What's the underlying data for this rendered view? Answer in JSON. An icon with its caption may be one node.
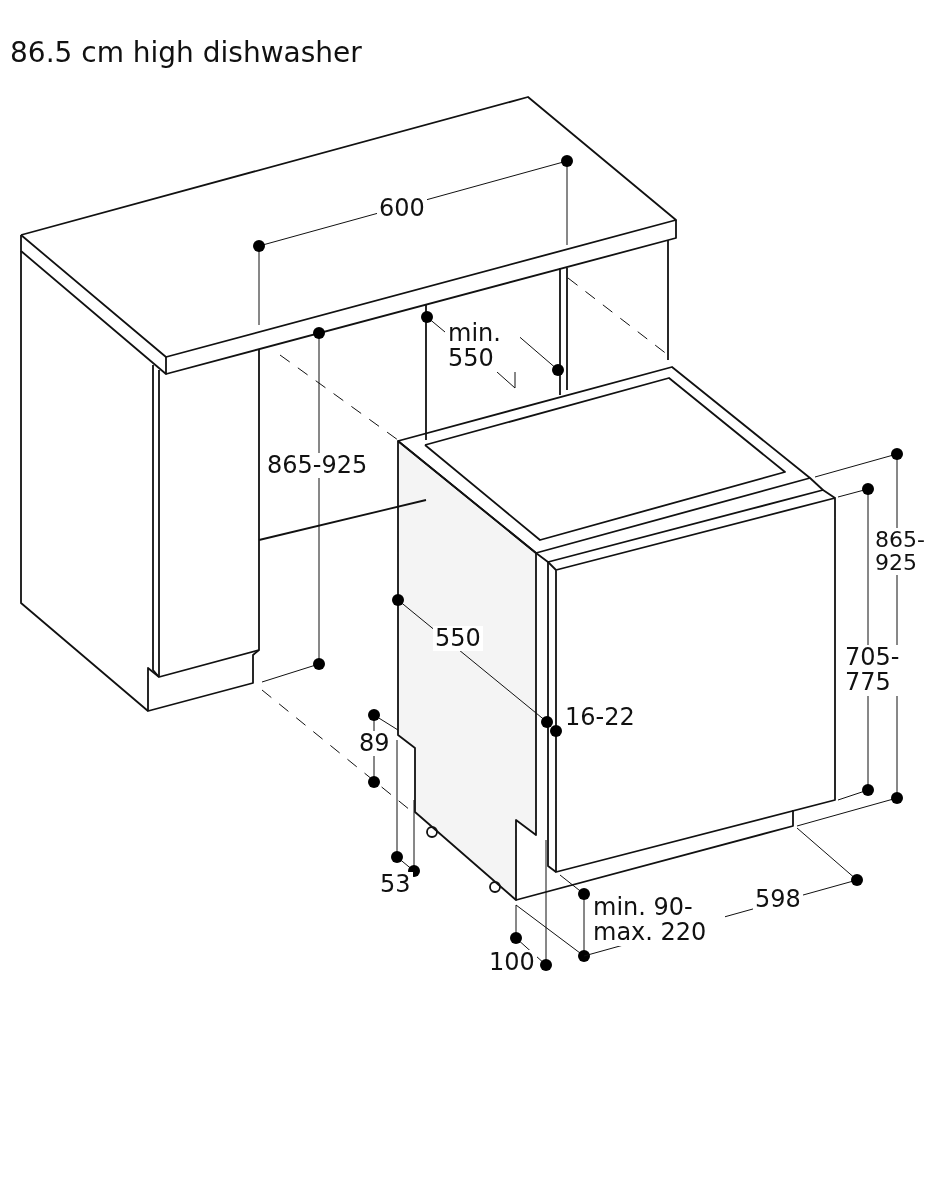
{
  "diagram": {
    "title": "86.5 cm high dishwasher",
    "labels": [
      "600",
      "min. 550",
      "865-925",
      "550",
      "16-22",
      "89",
      "53",
      "100",
      "min. 90- max. 220",
      "598",
      "865- 925",
      "705- 775"
    ]
  }
}
